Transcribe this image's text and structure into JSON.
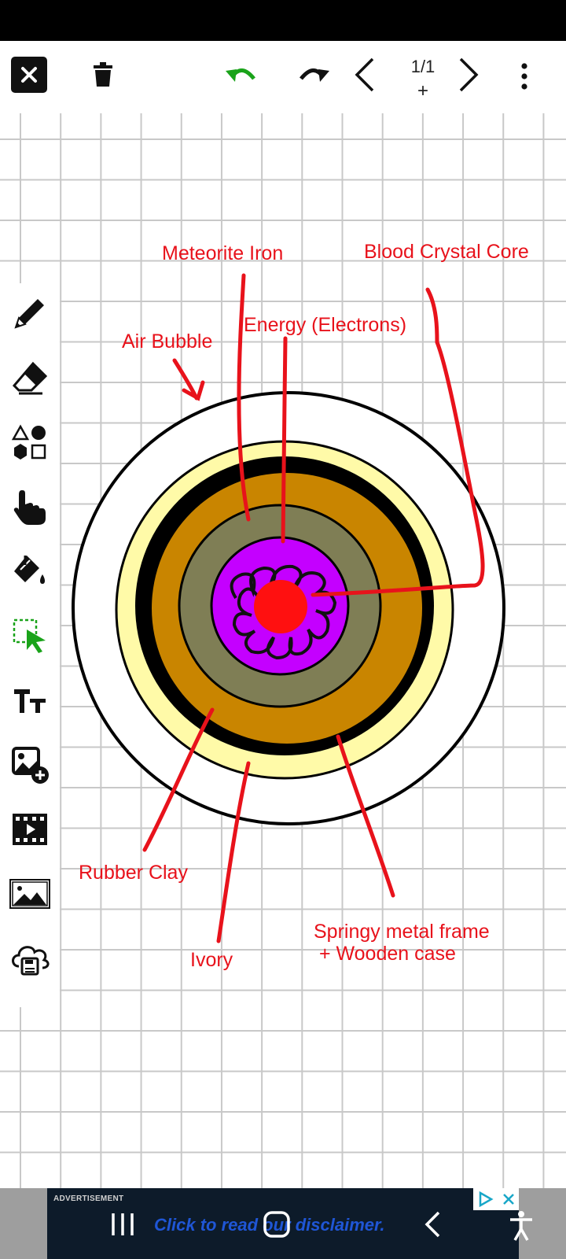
{
  "toolbar": {
    "close_icon": "close-icon",
    "delete_icon": "trash-icon",
    "undo_icon": "undo-icon",
    "redo_icon": "redo-icon",
    "prev_icon": "chevron-left-icon",
    "next_icon": "chevron-right-icon",
    "more_icon": "more-vertical-icon",
    "page_indicator": "1/1",
    "add_page_label": "+",
    "undo_color": "#1aa31a"
  },
  "tools": [
    {
      "name": "pencil",
      "icon": "pencil-icon"
    },
    {
      "name": "eraser",
      "icon": "eraser-icon"
    },
    {
      "name": "shapes",
      "icon": "shapes-icon"
    },
    {
      "name": "pan",
      "icon": "hand-pointer-icon"
    },
    {
      "name": "fill",
      "icon": "paint-bucket-icon"
    },
    {
      "name": "select",
      "icon": "selection-icon",
      "active": true
    },
    {
      "name": "text",
      "icon": "text-size-icon"
    },
    {
      "name": "add-image",
      "icon": "add-image-icon"
    },
    {
      "name": "video",
      "icon": "film-icon"
    },
    {
      "name": "background",
      "icon": "landscape-icon"
    },
    {
      "name": "cloud-save",
      "icon": "cloud-save-icon"
    }
  ],
  "drawing": {
    "labels": {
      "meteorite_iron": "Meteorite Iron",
      "blood_crystal_core": "Blood Crystal Core",
      "energy": "Energy (Electrons)",
      "air_bubble": "Air Bubble",
      "rubber_clay": "Rubber Clay",
      "ivory": "Ivory",
      "springy_frame": "Springy metal frame\n + Wooden case"
    },
    "colors": {
      "annotation": "#e8121b",
      "ivory_ring": "#fffaa8",
      "rubber_clay": "#c98500",
      "meteorite_iron": "#7f7e55",
      "energy": "#c400ff",
      "core": "#ff1010"
    }
  },
  "ad": {
    "tag": "ADVERTISEMENT",
    "text": "Click to read our disclaimer.",
    "adchoices_icon": "adchoices-icon",
    "close_icon": "close-icon"
  },
  "nav_bar": {
    "recent_icon": "recent-apps-icon",
    "home_icon": "home-icon",
    "back_icon": "back-icon",
    "accessibility_icon": "accessibility-icon"
  }
}
